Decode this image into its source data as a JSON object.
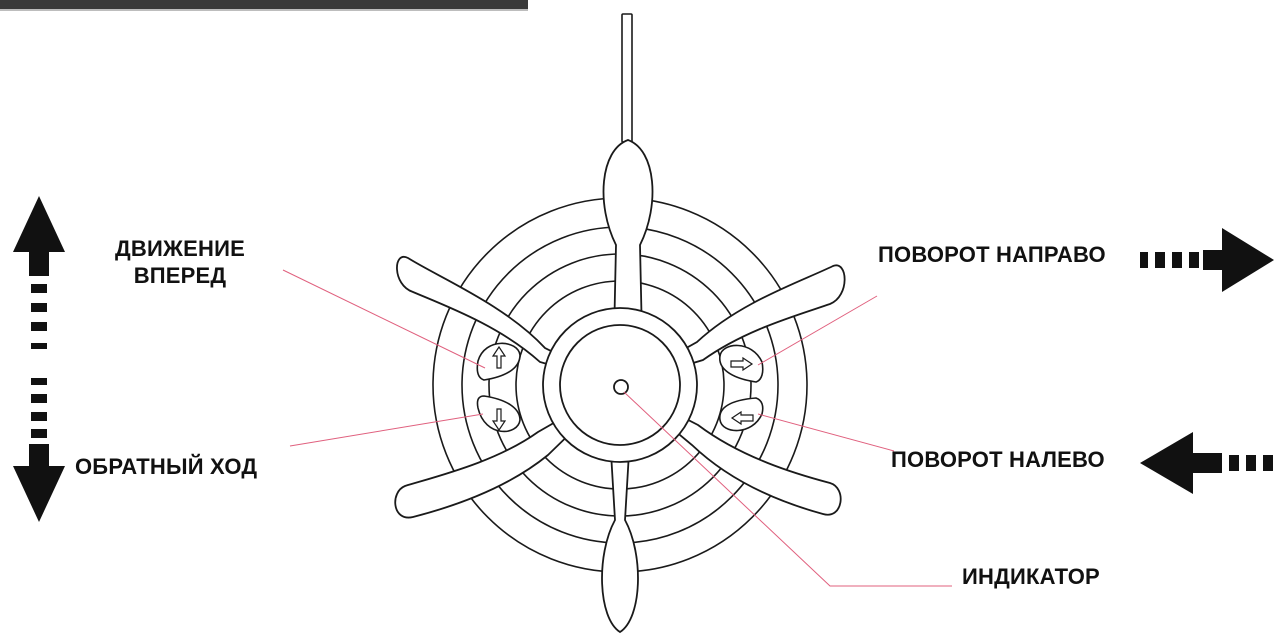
{
  "labels": {
    "forward_line1": "ДВИЖЕНИЕ",
    "forward_line2": "ВПЕРЕД",
    "reverse": "ОБРАТНЫЙ ХОД",
    "turn_right": "ПОВОРОТ НАПРАВО",
    "turn_left": "ПОВОРОТ НАЛЕВО",
    "indicator": "ИНДИКАТОР"
  },
  "colors": {
    "outline": "#1a1a1a",
    "leader_line": "#e0607e",
    "arrow_fill": "#111111",
    "top_bar": "#3a3a3a"
  },
  "icons": {
    "forward_button": "up-arrow-icon",
    "reverse_button": "down-arrow-icon",
    "right_button": "right-arrow-icon",
    "left_button": "left-arrow-icon"
  }
}
